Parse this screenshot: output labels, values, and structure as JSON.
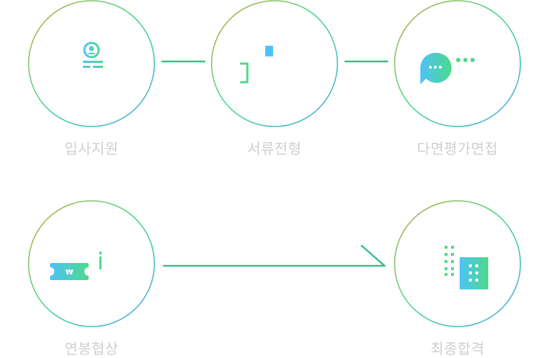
{
  "process": {
    "steps": [
      {
        "label": "입사지원",
        "icon": "applicant-icon"
      },
      {
        "label": "서류전형",
        "icon": "document-screening-icon"
      },
      {
        "label": "다면평가면접",
        "icon": "chat-interview-icon"
      },
      {
        "label": "연봉협상",
        "icon": "salary-negotiation-icon"
      },
      {
        "label": "최종합격",
        "icon": "office-building-icon"
      }
    ]
  },
  "colors": {
    "gradient_start": "#4fc3f7",
    "gradient_end": "#4cd98a",
    "ring_warm": "#c9a840",
    "connector": "#3dbf8a",
    "label": "#cfcfcf"
  }
}
